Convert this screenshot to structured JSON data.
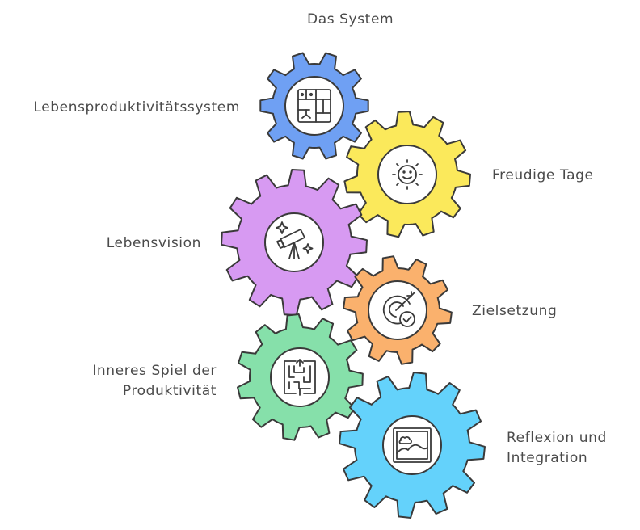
{
  "title": "Das System",
  "gears": [
    {
      "id": "system",
      "label": "Lebensproduktivitätssystem",
      "color": "#6fa0f3",
      "icon": "floor-plan-icon"
    },
    {
      "id": "freude",
      "label": "Freudige Tage",
      "color": "#fbe95b",
      "icon": "smiling-sun-icon"
    },
    {
      "id": "vision",
      "label": "Lebensvision",
      "color": "#d79af2",
      "icon": "telescope-icon"
    },
    {
      "id": "ziel",
      "label": "Zielsetzung",
      "color": "#fab16d",
      "icon": "target-arrow-icon"
    },
    {
      "id": "spiel",
      "label": "Inneres Spiel der Produktivität",
      "label_lines": [
        "Inneres Spiel der",
        "Produktivität"
      ],
      "color": "#86e0aa",
      "icon": "maze-icon"
    },
    {
      "id": "reflexion",
      "label": "Reflexion und Integration",
      "label_lines": [
        "Reflexion und",
        "Integration"
      ],
      "color": "#64d2fb",
      "icon": "landscape-picture-icon"
    }
  ],
  "stroke_color": "#3a3a3a",
  "text_color": "#4a4a4a"
}
